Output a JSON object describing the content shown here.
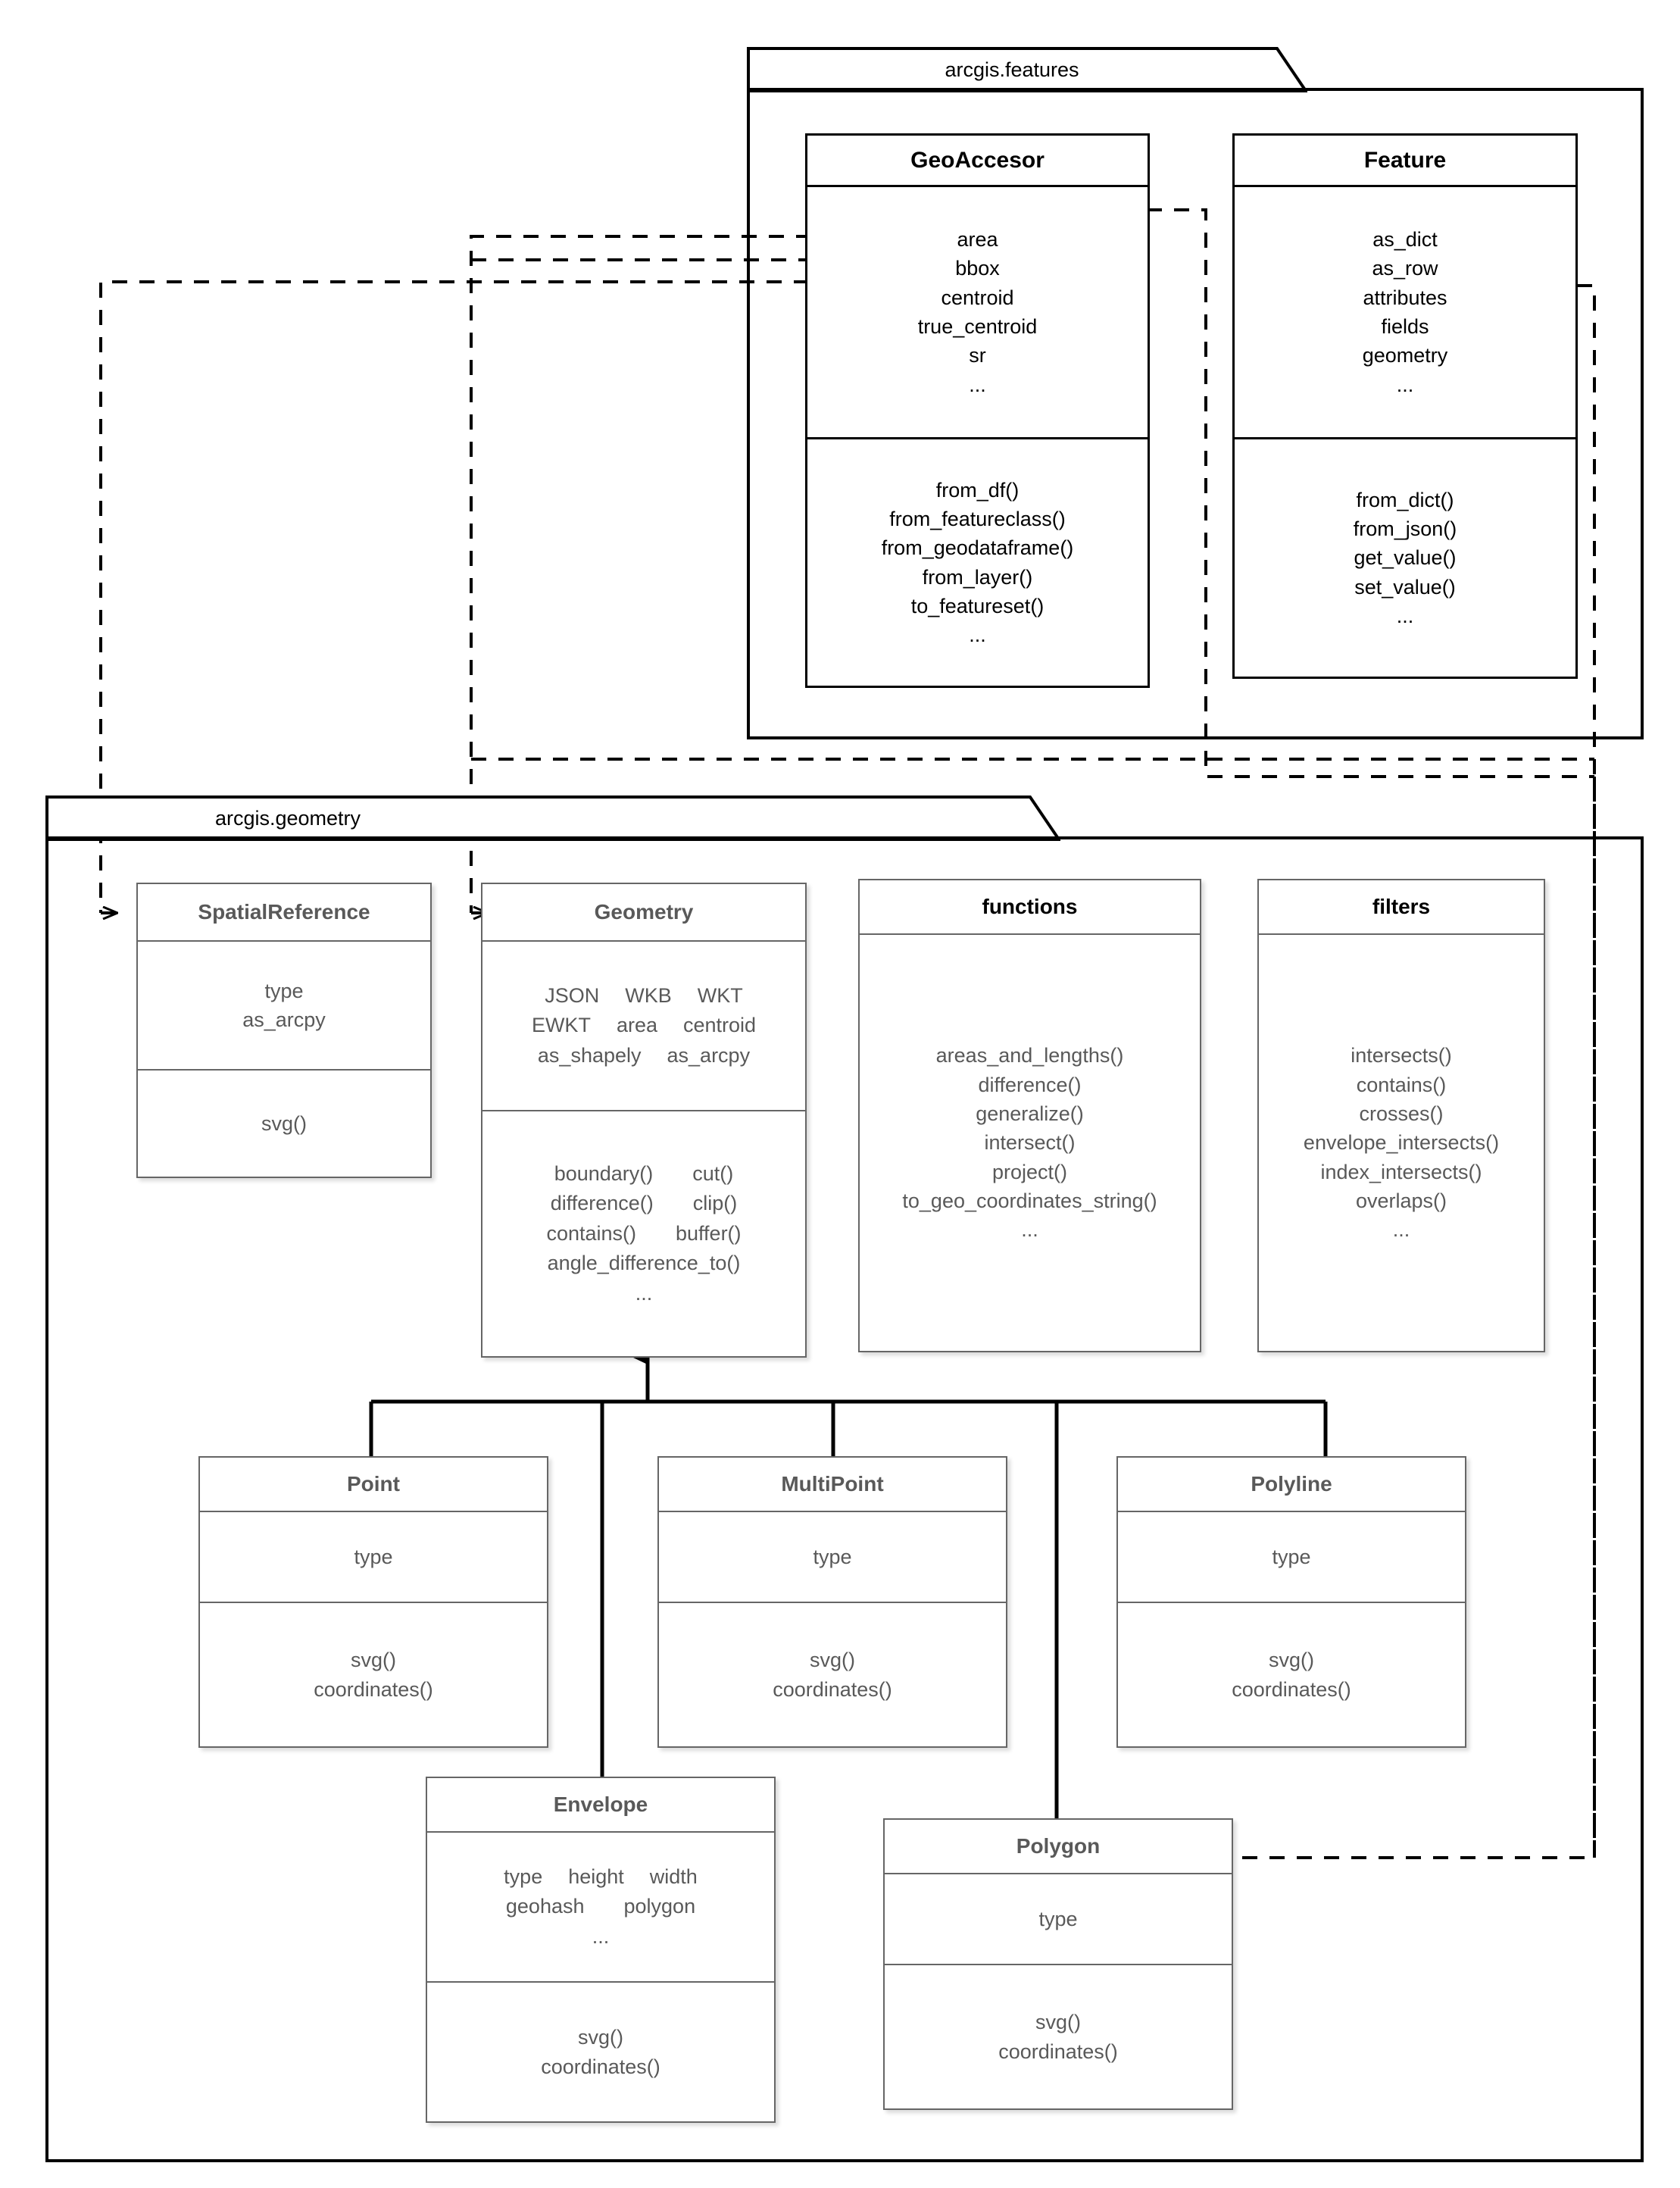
{
  "diagram": {
    "title": "arcgis geometry and features class diagram",
    "colors": {
      "frame_stroke": "#000000",
      "soft_stroke": "#666666",
      "soft_title_text": "#595959",
      "dark_title_text": "#000000",
      "background": "#ffffff"
    }
  },
  "packages": [
    {
      "id": "features",
      "label": "arcgis.features"
    },
    {
      "id": "geometry",
      "label": "arcgis.geometry"
    }
  ],
  "classes": {
    "geoaccesor": {
      "name": "GeoAccesor",
      "attributes": [
        "area",
        "bbox",
        "centroid",
        "true_centroid",
        "sr",
        "..."
      ],
      "methods": [
        "from_df()",
        "from_featureclass()",
        "from_geodataframe()",
        "from_layer()",
        "to_featureset()",
        "..."
      ]
    },
    "feature": {
      "name": "Feature",
      "attributes": [
        "as_dict",
        "as_row",
        "attributes",
        "fields",
        "geometry",
        "..."
      ],
      "methods": [
        "from_dict()",
        "from_json()",
        "get_value()",
        "set_value()",
        "..."
      ]
    },
    "spatialreference": {
      "name": "SpatialReference",
      "attributes": [
        "type",
        "as_arcpy"
      ],
      "methods": [
        "svg()"
      ]
    },
    "geometry": {
      "name": "Geometry",
      "attribute_rows": [
        [
          "JSON",
          "WKB",
          "WKT"
        ],
        [
          "EWKT",
          "area",
          "centroid"
        ],
        [
          "as_shapely",
          "as_arcpy"
        ]
      ],
      "method_rows": [
        [
          "boundary()",
          "cut()"
        ],
        [
          "difference()",
          "clip()"
        ],
        [
          "contains()",
          "buffer()"
        ],
        [
          "angle_difference_to()"
        ],
        [
          "..."
        ]
      ]
    },
    "functions": {
      "name": "functions",
      "methods": [
        "areas_and_lengths()",
        "difference()",
        "generalize()",
        "intersect()",
        "project()",
        "to_geo_coordinates_string()",
        "..."
      ]
    },
    "filters": {
      "name": "filters",
      "methods": [
        "intersects()",
        "contains()",
        "crosses()",
        "envelope_intersects()",
        "index_intersects()",
        "overlaps()",
        "..."
      ]
    },
    "point": {
      "name": "Point",
      "attributes": [
        "type"
      ],
      "methods": [
        "svg()",
        "coordinates()"
      ]
    },
    "multipoint": {
      "name": "MultiPoint",
      "attributes": [
        "type"
      ],
      "methods": [
        "svg()",
        "coordinates()"
      ]
    },
    "polyline": {
      "name": "Polyline",
      "attributes": [
        "type"
      ],
      "methods": [
        "svg()",
        "coordinates()"
      ]
    },
    "envelope": {
      "name": "Envelope",
      "attribute_rows": [
        [
          "type",
          "height",
          "width"
        ],
        [
          "geohash",
          "polygon"
        ],
        [
          "..."
        ]
      ],
      "methods": [
        "svg()",
        "coordinates()"
      ]
    },
    "polygon": {
      "name": "Polygon",
      "attributes": [
        "type"
      ],
      "methods": [
        "svg()",
        "coordinates()"
      ]
    }
  },
  "relationships": [
    {
      "kind": "dependency",
      "from": "GeoAccesor.bbox",
      "to": "Polygon",
      "style": "dashed-open-arrow"
    },
    {
      "kind": "dependency",
      "from": "GeoAccesor.centroid",
      "to": "Geometry",
      "style": "dashed-open-arrow"
    },
    {
      "kind": "dependency",
      "from": "GeoAccesor.true_centroid",
      "to": "Geometry",
      "style": "dashed-open-arrow"
    },
    {
      "kind": "dependency",
      "from": "GeoAccesor.sr",
      "to": "SpatialReference",
      "style": "dashed-open-arrow"
    },
    {
      "kind": "dependency",
      "from": "Feature.geometry",
      "to": "Geometry",
      "style": "dashed-open-arrow"
    },
    {
      "kind": "generalization",
      "from": "Point",
      "to": "Geometry",
      "style": "solid-closed-arrow"
    },
    {
      "kind": "generalization",
      "from": "MultiPoint",
      "to": "Geometry",
      "style": "solid-closed-arrow"
    },
    {
      "kind": "generalization",
      "from": "Polyline",
      "to": "Geometry",
      "style": "solid-closed-arrow"
    },
    {
      "kind": "generalization",
      "from": "Envelope",
      "to": "Geometry",
      "style": "solid-closed-arrow"
    },
    {
      "kind": "generalization",
      "from": "Polygon",
      "to": "Geometry",
      "style": "solid-closed-arrow"
    }
  ]
}
